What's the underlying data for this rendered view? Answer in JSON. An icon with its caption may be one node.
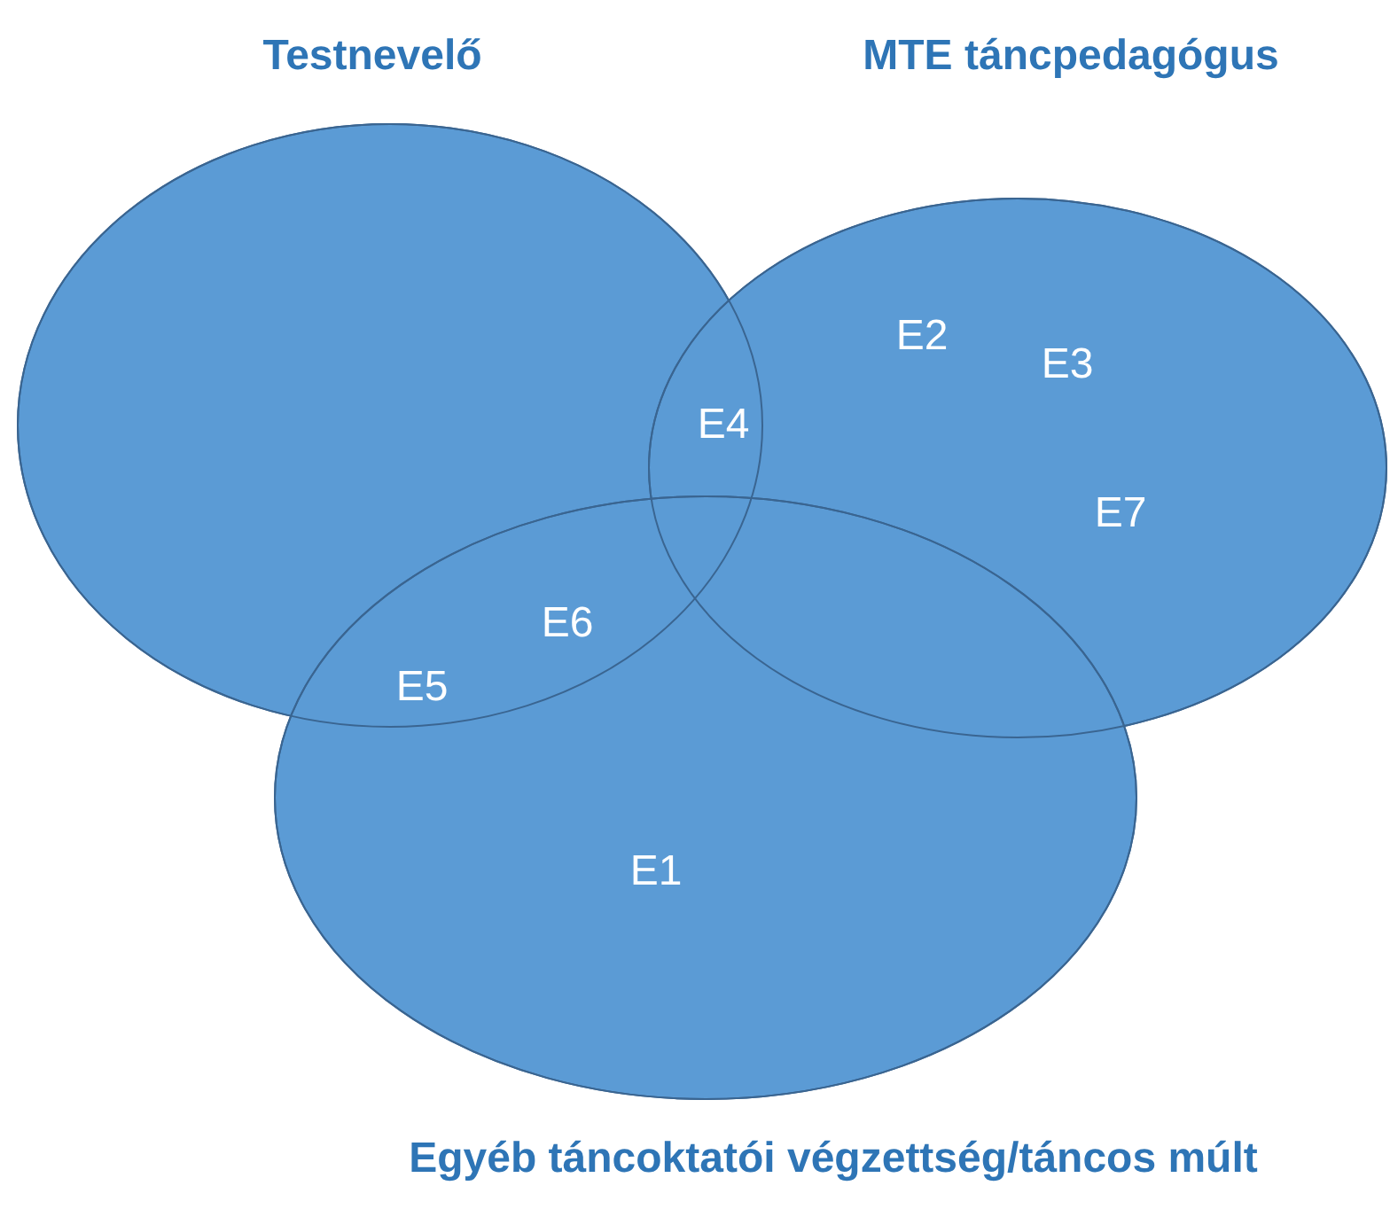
{
  "diagram": {
    "nodes": [
      {
        "text": [
          "Testnevelő"
        ]
      },
      {
        "text": [
          "MTE táncpedagógus"
        ]
      },
      {
        "text": [
          "Egyéb táncoktatói végzettség/táncos múlt"
        ]
      }
    ],
    "labels": [
      "E2",
      "E3",
      "E4",
      "E7",
      "E6",
      "E5",
      "E1"
    ]
  }
}
